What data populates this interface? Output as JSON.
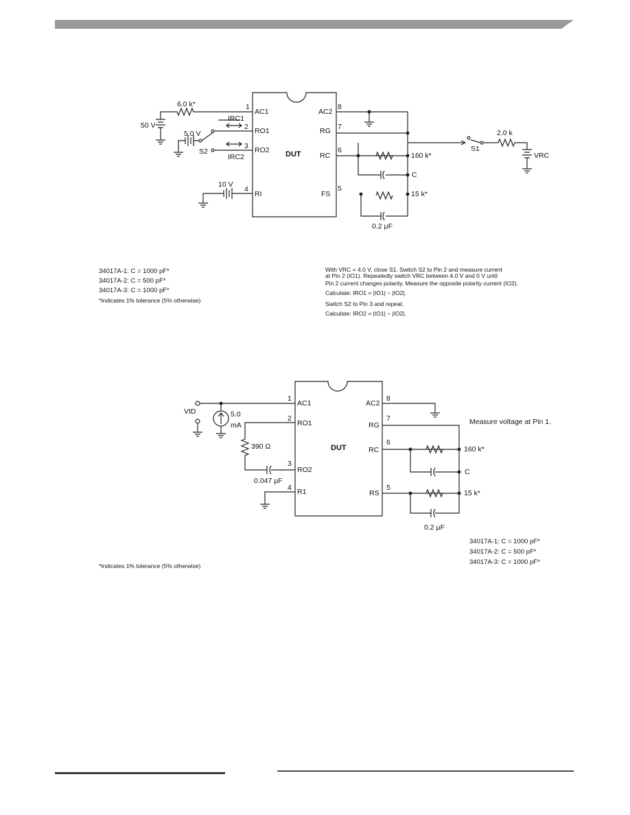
{
  "figure1": {
    "chip": {
      "name": "DUT",
      "pins_left": [
        "AC1",
        "RO1",
        "RO2",
        "RI"
      ],
      "pins_right": [
        "AC2",
        "RG",
        "RC",
        "FS"
      ],
      "nums_left": [
        "1",
        "2",
        "3",
        "4"
      ],
      "nums_right": [
        "8",
        "7",
        "6",
        "5"
      ]
    },
    "labels": {
      "r_in": "6.0 k*",
      "v50": "50 V",
      "v5": "5.0 V",
      "s2": "S2",
      "irc1": "IRC1",
      "irc2": "IRC2",
      "v10": "10 V",
      "r160": "160 k*",
      "c": "C",
      "r15": "15 k*",
      "c02": "0.2 μF",
      "s1": "S1",
      "r2k": "2.0 k",
      "vrc": "VRC"
    },
    "cap_notes": [
      "34017A-1: C = 1000 pF*",
      "34017A-2: C = 500 pF*",
      "34017A-3: C = 1000 pF*"
    ],
    "tolerance": "*Indicates 1% tolerance (5% otherwise)",
    "instructions": [
      "With VRC = 4.0 V, close S1. Switch S2 to Pin 2 and measure current",
      "at Pin 2 (IO1). Repeatedly switch VRC between 4.0 V and 0 V until",
      "Pin 2 current changes polarity.  Measure the opposite polarity current (IO2).",
      "Calculate: IRO1 = |IO1| − |IO2|.",
      "Switch S2 to Pin 3 and repeat.",
      "Calculate: IRO2 = |IO1| − |IO2|."
    ]
  },
  "figure2": {
    "chip": {
      "name": "DUT",
      "pins_left": [
        "AC1",
        "RO1",
        "RO2",
        "R1"
      ],
      "pins_right": [
        "AC2",
        "RG",
        "RC",
        "RS"
      ],
      "nums_left": [
        "1",
        "2",
        "3",
        "4"
      ],
      "nums_right": [
        "8",
        "7",
        "6",
        "5"
      ]
    },
    "labels": {
      "vid": "VID",
      "i50": "5.0",
      "ma": "mA",
      "r390": "390  Ω",
      "c047": "0.047  μF",
      "r160": "160 k*",
      "c": "C",
      "r15": "15 k*",
      "c02": "0.2 μF",
      "measure": "Measure voltage at Pin 1."
    },
    "cap_notes": [
      "34017A-1: C = 1000 pF*",
      "34017A-2: C = 500 pF*",
      "34017A-3: C = 1000 pF*"
    ],
    "tolerance": "*Indicates 1% tolerance (5% otherwise)"
  }
}
